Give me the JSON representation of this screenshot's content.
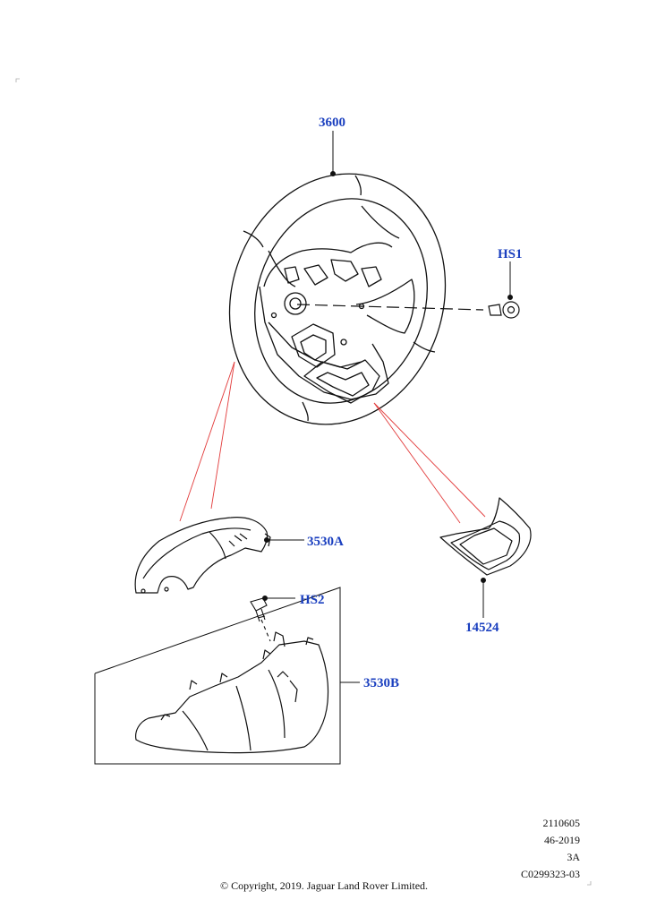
{
  "callouts": {
    "steering_wheel": "3600",
    "hs1": "HS1",
    "upper_shroud": "3530A",
    "hs2": "HS2",
    "lower_shroud": "3530B",
    "switch_bezel": "14524"
  },
  "reference": {
    "line1": "2110605",
    "line2": "46-2019",
    "line3": "3A",
    "line4": "C0299323-03"
  },
  "copyright": "© Copyright, 2019. Jaguar Land Rover Limited.",
  "colors": {
    "callout": "#1a3fbf",
    "leader_red": "#e23b3b",
    "line": "#111111"
  }
}
